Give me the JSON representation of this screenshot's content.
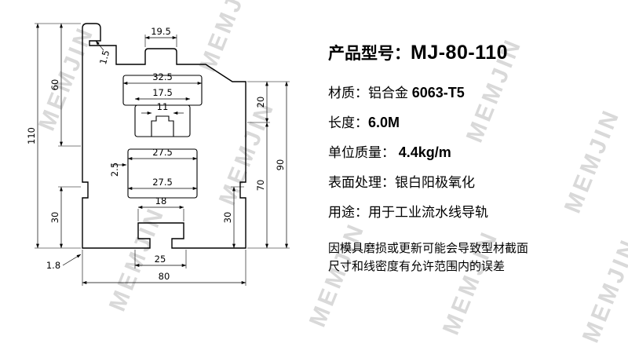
{
  "watermark": {
    "text": "MEMJIN"
  },
  "panel": {
    "title": {
      "label": "产品型号：",
      "value": "MJ-80-110"
    },
    "specs": [
      {
        "label": "材质：",
        "value": "铝合金 ",
        "bold": "6063-T5"
      },
      {
        "label": "长度：",
        "value": "",
        "bold": "6.0M"
      },
      {
        "label": "单位质量：",
        "value": " ",
        "bold": "4.4kg/m"
      },
      {
        "label": "表面处理：",
        "value": "银白阳极氧化",
        "bold": ""
      },
      {
        "label": "用途：",
        "value": "用于工业流水线导轨",
        "bold": ""
      }
    ],
    "disclaimer": {
      "line1": "因模具磨损或更新可能会导致型材截面",
      "line2": "尺寸和线密度有允许范围内的误差"
    }
  },
  "drawing": {
    "dims": {
      "bump_width": "19.5",
      "lip_thickness": "1.5",
      "cavity_top_width": "32.5",
      "cavity_mid_width": "17.5",
      "boss_width": "11",
      "mid_width_upper": "27.5",
      "wall_thickness": "2.5",
      "mid_width_lower": "27.5",
      "slot_inner_width": "18",
      "foot_spacing": "25",
      "overall_width": "80",
      "bottom_wall": "1.8",
      "overall_height": "110",
      "upper_height": "60",
      "lower_left_height": "30",
      "right_height": "90",
      "right_upper": "20",
      "right_lower": "70",
      "lower_right_height": "30"
    }
  }
}
